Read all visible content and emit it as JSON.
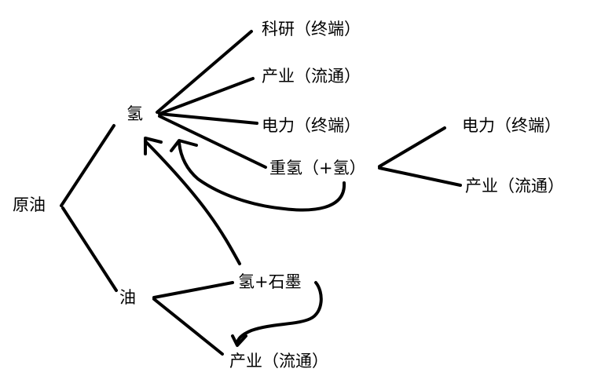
{
  "diagram": {
    "nodes": {
      "root": "原油",
      "hydrogen": "氢",
      "oil": "油",
      "h_research": "科研（终端）",
      "h_industry": "产业（流通）",
      "h_power": "电力（终端）",
      "heavy_h": "重氢（+氢）",
      "hh_power": "电力（终端）",
      "hh_industry": "产业（流通）",
      "h_graphite": "氢+石墨",
      "oil_industry": "产业（流通）"
    },
    "stroke_color": "#000000",
    "text_color": "#000000"
  }
}
